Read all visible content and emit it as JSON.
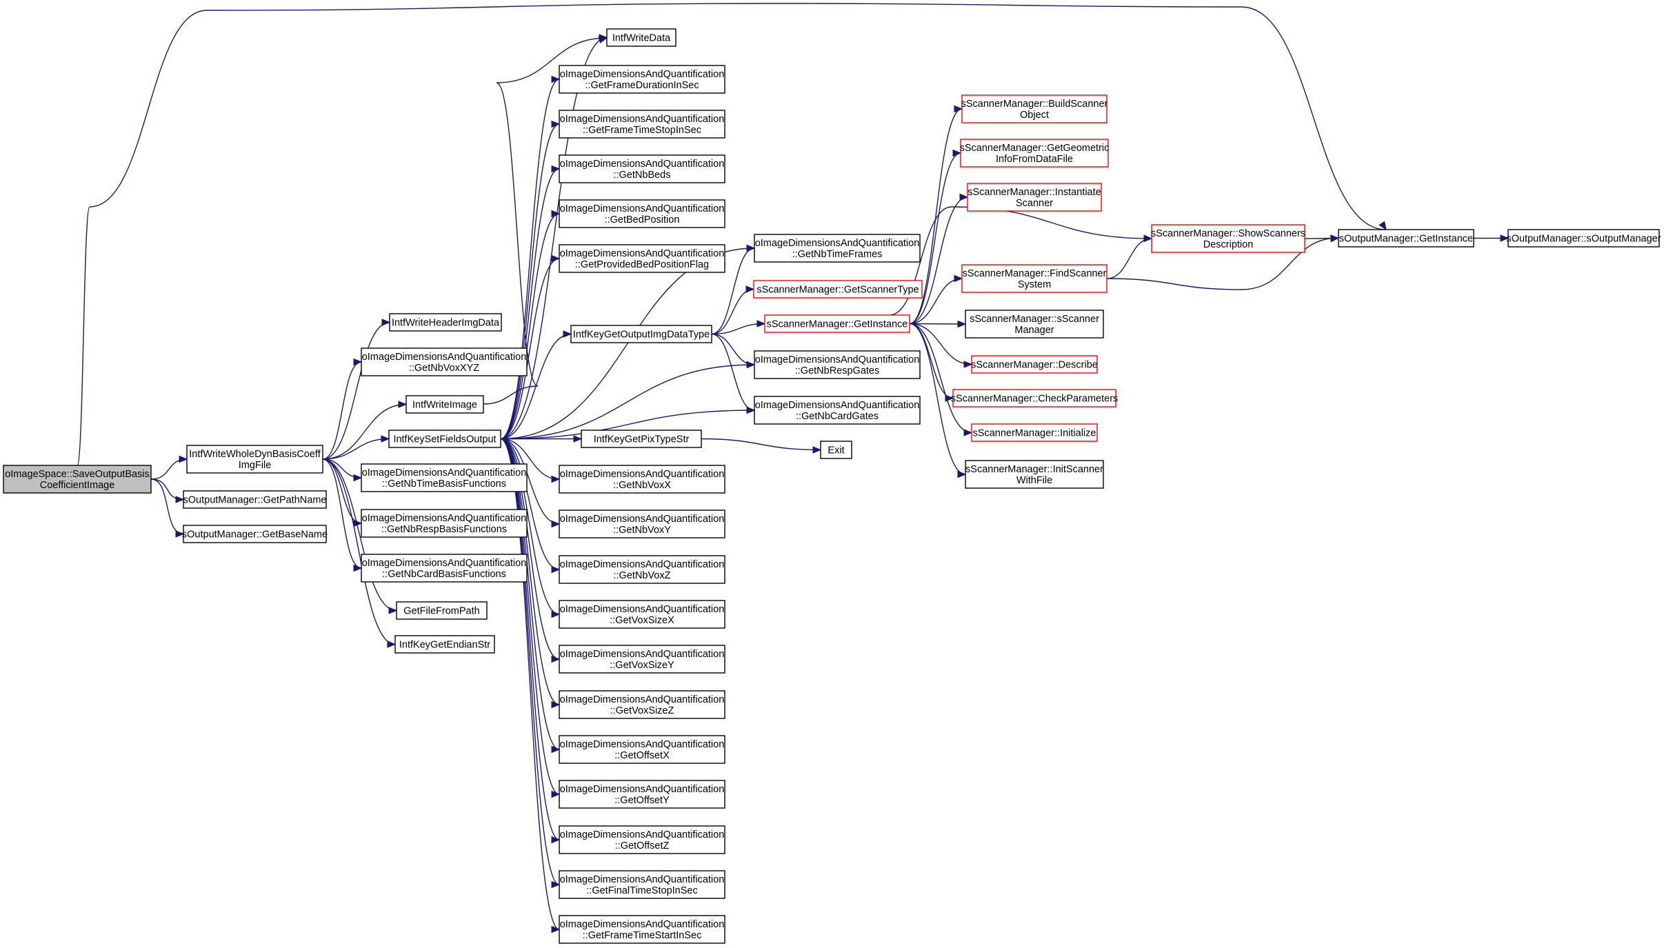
{
  "colors": {
    "edge": "#191970",
    "border": "#000000",
    "border_incomplete": "#ff0000",
    "root_fill": "#bfbfbf",
    "fill": "#ffffff"
  },
  "nodes": [
    {
      "id": "root",
      "lines": [
        "oImageSpace::SaveOutputBasis",
        "CoefficientImage"
      ],
      "style": "root"
    },
    {
      "id": "intfWriteWhole",
      "lines": [
        "IntfWriteWholeDynBasisCoeff",
        "ImgFile"
      ]
    },
    {
      "id": "getPathName",
      "lines": [
        "sOutputManager::GetPathName"
      ]
    },
    {
      "id": "getBaseName",
      "lines": [
        "sOutputManager::GetBaseName"
      ]
    },
    {
      "id": "writeHeader",
      "lines": [
        "IntfWriteHeaderImgData"
      ]
    },
    {
      "id": "getNbVoxXYZ",
      "lines": [
        "oImageDimensionsAndQuantification",
        "::GetNbVoxXYZ"
      ]
    },
    {
      "id": "intfWriteImage",
      "lines": [
        "IntfWriteImage"
      ]
    },
    {
      "id": "intfKeySetFields",
      "lines": [
        "IntfKeySetFieldsOutput"
      ]
    },
    {
      "id": "getNbTimeBasis",
      "lines": [
        "oImageDimensionsAndQuantification",
        "::GetNbTimeBasisFunctions"
      ]
    },
    {
      "id": "getNbRespBasis",
      "lines": [
        "oImageDimensionsAndQuantification",
        "::GetNbRespBasisFunctions"
      ]
    },
    {
      "id": "getNbCardBasis",
      "lines": [
        "oImageDimensionsAndQuantification",
        "::GetNbCardBasisFunctions"
      ]
    },
    {
      "id": "getFileFromPath",
      "lines": [
        "GetFileFromPath"
      ]
    },
    {
      "id": "intfKeyGetEndian",
      "lines": [
        "IntfKeyGetEndianStr"
      ]
    },
    {
      "id": "intfWriteData",
      "lines": [
        "IntfWriteData"
      ]
    },
    {
      "id": "getFrameDuration",
      "lines": [
        "oImageDimensionsAndQuantification",
        "::GetFrameDurationInSec"
      ]
    },
    {
      "id": "getFrameTimeStop",
      "lines": [
        "oImageDimensionsAndQuantification",
        "::GetFrameTimeStopInSec"
      ]
    },
    {
      "id": "getNbBeds",
      "lines": [
        "oImageDimensionsAndQuantification",
        "::GetNbBeds"
      ]
    },
    {
      "id": "getBedPosition",
      "lines": [
        "oImageDimensionsAndQuantification",
        "::GetBedPosition"
      ]
    },
    {
      "id": "getProvidedBed",
      "lines": [
        "oImageDimensionsAndQuantification",
        "::GetProvidedBedPositionFlag"
      ]
    },
    {
      "id": "intfKeyGetOutputType",
      "lines": [
        "IntfKeyGetOutputImgDataType"
      ]
    },
    {
      "id": "intfKeyGetPixType",
      "lines": [
        "IntfKeyGetPixTypeStr"
      ]
    },
    {
      "id": "getNbVoxX",
      "lines": [
        "oImageDimensionsAndQuantification",
        "::GetNbVoxX"
      ]
    },
    {
      "id": "getNbVoxY",
      "lines": [
        "oImageDimensionsAndQuantification",
        "::GetNbVoxY"
      ]
    },
    {
      "id": "getNbVoxZ",
      "lines": [
        "oImageDimensionsAndQuantification",
        "::GetNbVoxZ"
      ]
    },
    {
      "id": "getVoxSizeX",
      "lines": [
        "oImageDimensionsAndQuantification",
        "::GetVoxSizeX"
      ]
    },
    {
      "id": "getVoxSizeY",
      "lines": [
        "oImageDimensionsAndQuantification",
        "::GetVoxSizeY"
      ]
    },
    {
      "id": "getVoxSizeZ",
      "lines": [
        "oImageDimensionsAndQuantification",
        "::GetVoxSizeZ"
      ]
    },
    {
      "id": "getOffsetX",
      "lines": [
        "oImageDimensionsAndQuantification",
        "::GetOffsetX"
      ]
    },
    {
      "id": "getOffsetY",
      "lines": [
        "oImageDimensionsAndQuantification",
        "::GetOffsetY"
      ]
    },
    {
      "id": "getOffsetZ",
      "lines": [
        "oImageDimensionsAndQuantification",
        "::GetOffsetZ"
      ]
    },
    {
      "id": "getFinalTimeStop",
      "lines": [
        "oImageDimensionsAndQuantification",
        "::GetFinalTimeStopInSec"
      ]
    },
    {
      "id": "getFrameTimeStart",
      "lines": [
        "oImageDimensionsAndQuantification",
        "::GetFrameTimeStartInSec"
      ]
    },
    {
      "id": "getNbTimeFrames",
      "lines": [
        "oImageDimensionsAndQuantification",
        "::GetNbTimeFrames"
      ]
    },
    {
      "id": "getScannerType",
      "lines": [
        "sScannerManager::GetScannerType"
      ],
      "style": "red"
    },
    {
      "id": "scanGetInstance",
      "lines": [
        "sScannerManager::GetInstance"
      ],
      "style": "red"
    },
    {
      "id": "getNbRespGates",
      "lines": [
        "oImageDimensionsAndQuantification",
        "::GetNbRespGates"
      ]
    },
    {
      "id": "getNbCardGates",
      "lines": [
        "oImageDimensionsAndQuantification",
        "::GetNbCardGates"
      ]
    },
    {
      "id": "exit",
      "lines": [
        "Exit"
      ]
    },
    {
      "id": "buildScanner",
      "lines": [
        "sScannerManager::BuildScanner",
        "Object"
      ],
      "style": "red"
    },
    {
      "id": "getGeometric",
      "lines": [
        "sScannerManager::GetGeometric",
        "InfoFromDataFile"
      ],
      "style": "red"
    },
    {
      "id": "instantiate",
      "lines": [
        "sScannerManager::Instantiate",
        "Scanner"
      ],
      "style": "red"
    },
    {
      "id": "findScanner",
      "lines": [
        "sScannerManager::FindScanner",
        "System"
      ],
      "style": "red"
    },
    {
      "id": "scannerCtor",
      "lines": [
        "sScannerManager::sScanner",
        "Manager"
      ]
    },
    {
      "id": "describe",
      "lines": [
        "sScannerManager::Describe"
      ],
      "style": "red"
    },
    {
      "id": "checkParams",
      "lines": [
        "sScannerManager::CheckParameters"
      ],
      "style": "red"
    },
    {
      "id": "initialize",
      "lines": [
        "sScannerManager::Initialize"
      ],
      "style": "red"
    },
    {
      "id": "initScanner",
      "lines": [
        "sScannerManager::InitScanner",
        "WithFile"
      ]
    },
    {
      "id": "showScanners",
      "lines": [
        "sScannerManager::ShowScanners",
        "Description"
      ],
      "style": "red"
    },
    {
      "id": "outGetInstance",
      "lines": [
        "sOutputManager::GetInstance"
      ]
    },
    {
      "id": "outCtor",
      "lines": [
        "sOutputManager::sOutputManager"
      ]
    }
  ],
  "edges": [
    [
      "root",
      "intfWriteWhole"
    ],
    [
      "root",
      "getPathName"
    ],
    [
      "root",
      "getBaseName"
    ],
    [
      "root",
      "outGetInstance"
    ],
    [
      "intfWriteWhole",
      "writeHeader"
    ],
    [
      "intfWriteWhole",
      "getNbVoxXYZ"
    ],
    [
      "intfWriteWhole",
      "intfWriteImage"
    ],
    [
      "intfWriteWhole",
      "intfKeySetFields"
    ],
    [
      "intfWriteWhole",
      "getNbTimeBasis"
    ],
    [
      "intfWriteWhole",
      "getNbRespBasis"
    ],
    [
      "intfWriteWhole",
      "getNbCardBasis"
    ],
    [
      "intfWriteWhole",
      "getFileFromPath"
    ],
    [
      "intfWriteWhole",
      "intfKeyGetEndian"
    ],
    [
      "intfWriteImage",
      "intfWriteData"
    ],
    [
      "intfKeySetFields",
      "intfWriteData"
    ],
    [
      "intfKeySetFields",
      "getFrameDuration"
    ],
    [
      "intfKeySetFields",
      "getFrameTimeStop"
    ],
    [
      "intfKeySetFields",
      "getNbBeds"
    ],
    [
      "intfKeySetFields",
      "getBedPosition"
    ],
    [
      "intfKeySetFields",
      "getProvidedBed"
    ],
    [
      "intfKeySetFields",
      "intfKeyGetOutputType"
    ],
    [
      "intfKeySetFields",
      "intfKeyGetPixType"
    ],
    [
      "intfKeySetFields",
      "getNbTimeFrames"
    ],
    [
      "intfKeySetFields",
      "getNbRespGates"
    ],
    [
      "intfKeySetFields",
      "getNbCardGates"
    ],
    [
      "intfKeySetFields",
      "getNbVoxX"
    ],
    [
      "intfKeySetFields",
      "getNbVoxY"
    ],
    [
      "intfKeySetFields",
      "getNbVoxZ"
    ],
    [
      "intfKeySetFields",
      "getVoxSizeX"
    ],
    [
      "intfKeySetFields",
      "getVoxSizeY"
    ],
    [
      "intfKeySetFields",
      "getVoxSizeZ"
    ],
    [
      "intfKeySetFields",
      "getOffsetX"
    ],
    [
      "intfKeySetFields",
      "getOffsetY"
    ],
    [
      "intfKeySetFields",
      "getOffsetZ"
    ],
    [
      "intfKeySetFields",
      "getFinalTimeStop"
    ],
    [
      "intfKeySetFields",
      "getFrameTimeStart"
    ],
    [
      "intfKeyGetOutputType",
      "getNbTimeFrames"
    ],
    [
      "intfKeyGetOutputType",
      "getScannerType"
    ],
    [
      "intfKeyGetOutputType",
      "scanGetInstance"
    ],
    [
      "intfKeyGetOutputType",
      "getNbRespGates"
    ],
    [
      "intfKeyGetOutputType",
      "getNbCardGates"
    ],
    [
      "intfKeyGetPixType",
      "exit"
    ],
    [
      "scanGetInstance",
      "buildScanner"
    ],
    [
      "scanGetInstance",
      "getGeometric"
    ],
    [
      "scanGetInstance",
      "instantiate"
    ],
    [
      "scanGetInstance",
      "showScanners"
    ],
    [
      "scanGetInstance",
      "findScanner"
    ],
    [
      "scanGetInstance",
      "scannerCtor"
    ],
    [
      "scanGetInstance",
      "describe"
    ],
    [
      "scanGetInstance",
      "checkParams"
    ],
    [
      "scanGetInstance",
      "initialize"
    ],
    [
      "scanGetInstance",
      "initScanner"
    ],
    [
      "findScanner",
      "showScanners"
    ],
    [
      "findScanner",
      "outGetInstance"
    ],
    [
      "showScanners",
      "outGetInstance"
    ],
    [
      "outGetInstance",
      "outCtor"
    ]
  ]
}
